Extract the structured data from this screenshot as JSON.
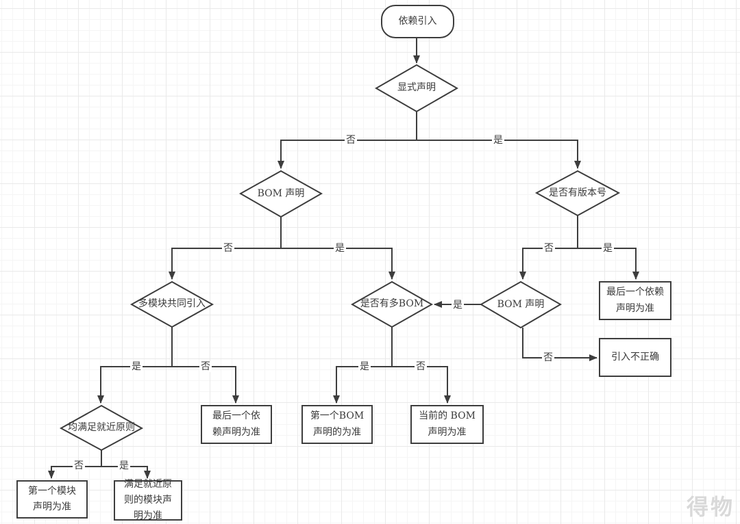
{
  "diagram": {
    "watermark": "得物",
    "colors": {
      "stroke": "#3d3d3d",
      "text": "#3a3a3a",
      "grid_minor": "#f5f5f5",
      "grid_major": "#e9e9e9",
      "background": "#ffffff",
      "watermark": "#d9d9d9"
    }
  },
  "nodes": {
    "start": {
      "type": "terminator",
      "label": "依赖引入"
    },
    "explicit_declaration": {
      "type": "decision",
      "label": "显式声明"
    },
    "bom_declaration_left": {
      "type": "decision",
      "label": "BOM 声明"
    },
    "has_version": {
      "type": "decision",
      "label": "是否有版本号"
    },
    "multi_module": {
      "type": "decision",
      "label": "多模块共同引入"
    },
    "multi_bom": {
      "type": "decision",
      "label": "是否有多BOM"
    },
    "bom_declaration_right": {
      "type": "decision",
      "label": "BOM 声明"
    },
    "last_dependency_right": {
      "type": "process",
      "label": "最后一个依赖\n声明为准"
    },
    "incorrect_import": {
      "type": "process",
      "label": "引入不正确"
    },
    "nearest_principle": {
      "type": "decision",
      "label": "均满足就近原则"
    },
    "last_dependency_left": {
      "type": "process",
      "label": "最后一个依\n赖声明为准"
    },
    "first_bom": {
      "type": "process",
      "label": "第一个BOM\n声明的为准"
    },
    "current_bom": {
      "type": "process",
      "label": "当前的 BOM\n声明为准"
    },
    "first_module": {
      "type": "process",
      "label": "第一个模块\n声明为准"
    },
    "nearest_module": {
      "type": "process",
      "label": "满足就近原\n则的模块声\n明为准"
    }
  },
  "edges": [
    {
      "from": "start",
      "to": "explicit_declaration",
      "label": ""
    },
    {
      "from": "explicit_declaration",
      "to": "bom_declaration_left",
      "label": "否"
    },
    {
      "from": "explicit_declaration",
      "to": "has_version",
      "label": "是"
    },
    {
      "from": "bom_declaration_left",
      "to": "multi_module",
      "label": "否"
    },
    {
      "from": "bom_declaration_left",
      "to": "multi_bom",
      "label": "是"
    },
    {
      "from": "has_version",
      "to": "bom_declaration_right",
      "label": "否"
    },
    {
      "from": "has_version",
      "to": "last_dependency_right",
      "label": "是"
    },
    {
      "from": "bom_declaration_right",
      "to": "multi_bom",
      "label": "是"
    },
    {
      "from": "bom_declaration_right",
      "to": "incorrect_import",
      "label": "否"
    },
    {
      "from": "multi_module",
      "to": "nearest_principle",
      "label": "是"
    },
    {
      "from": "multi_module",
      "to": "last_dependency_left",
      "label": "否"
    },
    {
      "from": "multi_bom",
      "to": "first_bom",
      "label": "是"
    },
    {
      "from": "multi_bom",
      "to": "current_bom",
      "label": "否"
    },
    {
      "from": "nearest_principle",
      "to": "first_module",
      "label": "否"
    },
    {
      "from": "nearest_principle",
      "to": "nearest_module",
      "label": "是"
    }
  ]
}
